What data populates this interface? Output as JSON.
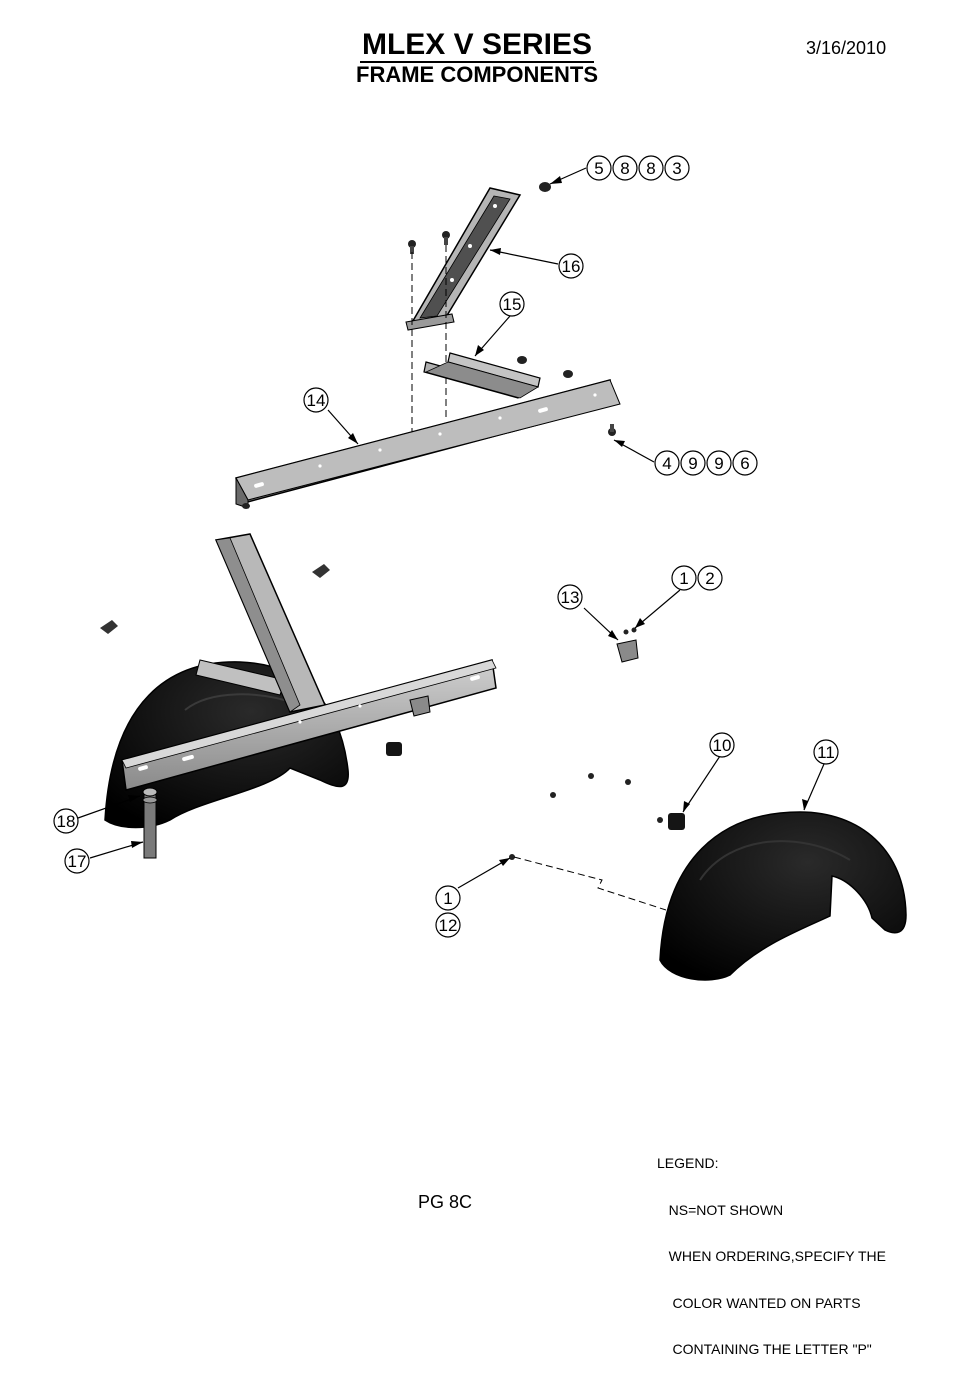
{
  "header": {
    "title": "MLEX V SERIES",
    "subtitle": "FRAME COMPONENTS",
    "date": "3/16/2010"
  },
  "footer": {
    "page": "PG 8C"
  },
  "legend": {
    "heading": "LEGEND:",
    "lines": [
      "   NS=NOT SHOWN",
      "   WHEN ORDERING,SPECIFY THE",
      "    COLOR WANTED ON PARTS",
      "    CONTAINING THE LETTER \"P\""
    ]
  },
  "callouts": [
    {
      "id": "c5883",
      "digits": [
        "5",
        "8",
        "8",
        "3"
      ]
    },
    {
      "id": "c16",
      "digits": [
        "16"
      ]
    },
    {
      "id": "c15",
      "digits": [
        "15"
      ]
    },
    {
      "id": "c14",
      "digits": [
        "14"
      ]
    },
    {
      "id": "c4996",
      "digits": [
        "4",
        "9",
        "9",
        "6"
      ]
    },
    {
      "id": "c12a",
      "digits": [
        "1",
        "2"
      ]
    },
    {
      "id": "c13",
      "digits": [
        "13"
      ]
    },
    {
      "id": "c10",
      "digits": [
        "10"
      ]
    },
    {
      "id": "c11",
      "digits": [
        "11"
      ]
    },
    {
      "id": "c18",
      "digits": [
        "18"
      ]
    },
    {
      "id": "c17",
      "digits": [
        "17"
      ]
    },
    {
      "id": "c1",
      "digits": [
        "1"
      ]
    },
    {
      "id": "c12",
      "digits": [
        "12"
      ]
    }
  ],
  "colors": {
    "frame_gray": "#a8a8a8",
    "frame_dark": "#5a5a5a",
    "fender_black": "#0a0a0a",
    "line": "#000000"
  }
}
